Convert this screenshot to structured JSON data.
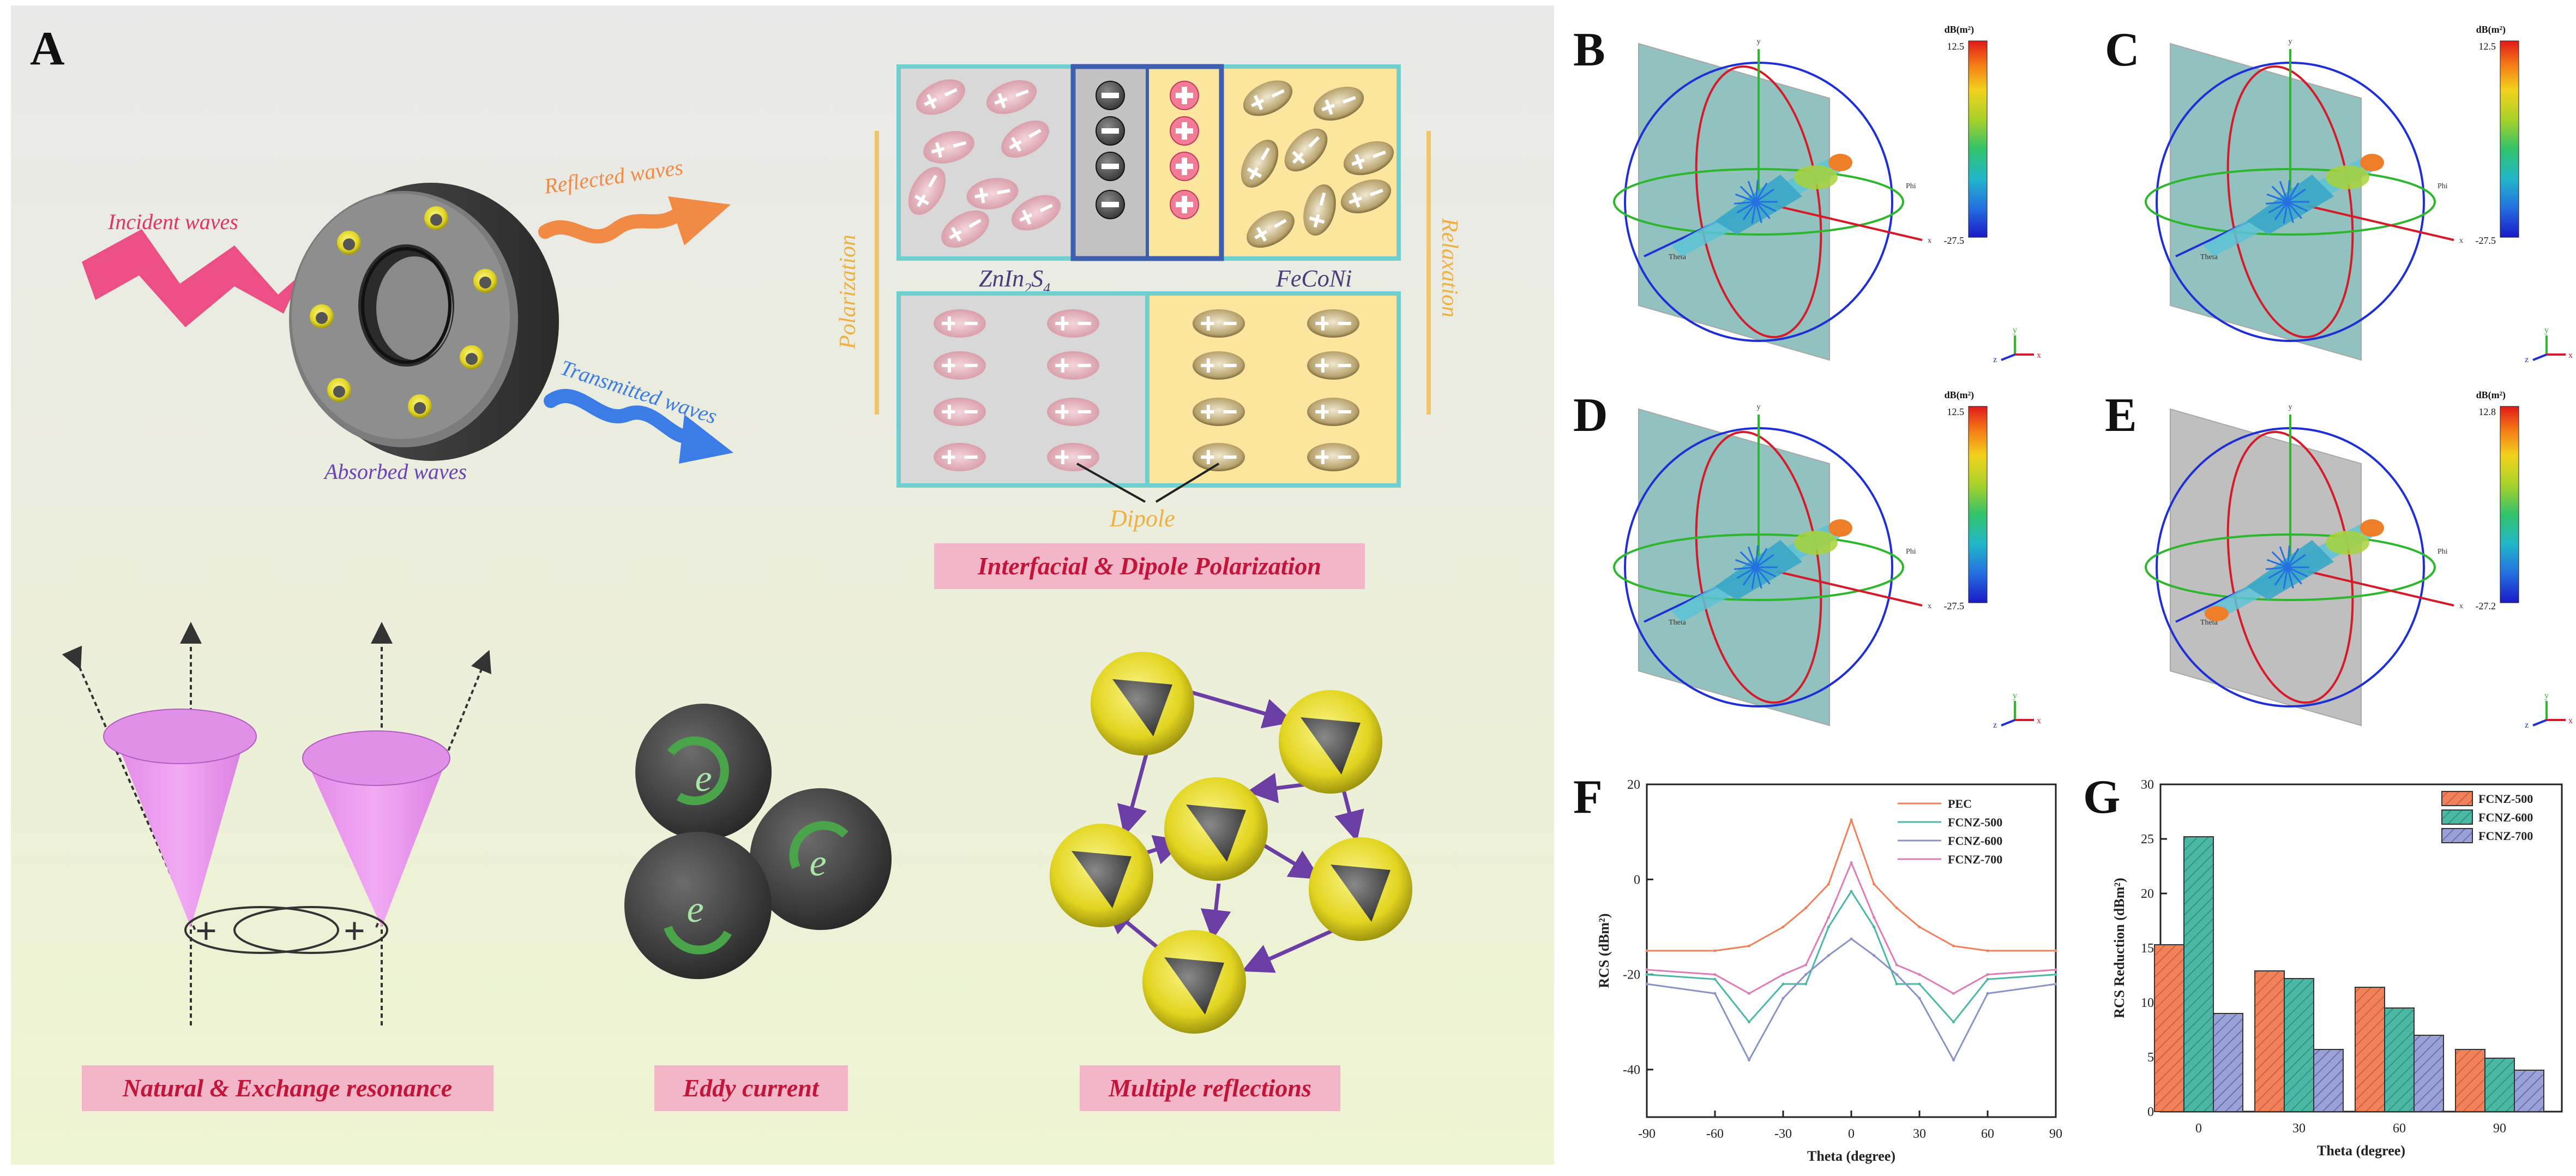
{
  "panel_labels": {
    "A": "A",
    "B": "B",
    "C": "C",
    "D": "D",
    "E": "E",
    "F": "F",
    "G": "G"
  },
  "panelA": {
    "incident": "Incident waves",
    "reflected": "Reflected waves",
    "transmitted": "Transmitted waves",
    "absorbed": "Absorbed waves",
    "polarization": "Polarization",
    "relaxation": "Relaxation",
    "znins_main": "ZnIn",
    "znins_sub1": "2",
    "znins_s": "S",
    "znins_sub2": "4",
    "fecони": "FeCoNi",
    "dipole": "Dipole",
    "box_interfacial": "Interfacial & Dipole Polarization",
    "box_natural": "Natural & Exchange resonance",
    "box_eddy": "Eddy current",
    "box_multiple": "Multiple reflections",
    "electron": "e",
    "plus_sign": "+"
  },
  "rcs_3d": [
    {
      "id": "B",
      "unit": "dB(m²)",
      "max": "12.5",
      "min": "-27.5",
      "phi": "Phi",
      "theta": "Theta",
      "axis_x": "x",
      "axis_y": "y",
      "axis_z": "z",
      "plane": "#7fb8b4"
    },
    {
      "id": "C",
      "unit": "dB(m²)",
      "max": "12.5",
      "min": "-27.5",
      "phi": "Phi",
      "theta": "Theta",
      "axis_x": "x",
      "axis_y": "y",
      "axis_z": "z",
      "plane": "#7fb8b4"
    },
    {
      "id": "D",
      "unit": "dB(m²)",
      "max": "12.5",
      "min": "-27.5",
      "phi": "Phi",
      "theta": "Theta",
      "axis_x": "x",
      "axis_y": "y",
      "axis_z": "z",
      "plane": "#7fb8b4"
    },
    {
      "id": "E",
      "unit": "dB(m²)",
      "max": "12.8",
      "min": "-27.2",
      "phi": "Phi",
      "theta": "Theta",
      "axis_x": "x",
      "axis_y": "y",
      "axis_z": "z",
      "plane": "#b5b5b5"
    }
  ],
  "chart_data": [
    {
      "type": "line",
      "panel": "F",
      "xlabel": "Theta (degree)",
      "ylabel": "RCS (dBm²)",
      "xlim": [
        -90,
        90
      ],
      "ylim": [
        -50,
        20
      ],
      "xticks": [
        -90,
        -60,
        -30,
        0,
        30,
        60,
        90
      ],
      "yticks": [
        20,
        0,
        -20,
        -40
      ],
      "legend_position": "top-right",
      "x": [
        -90,
        -60,
        -45,
        -30,
        -20,
        -10,
        0,
        10,
        20,
        30,
        45,
        60,
        90
      ],
      "series": [
        {
          "name": "PEC",
          "color": "#f0815a",
          "values": [
            -15,
            -15,
            -14,
            -10,
            -6,
            -1,
            12.5,
            -1,
            -6,
            -10,
            -14,
            -15,
            -15
          ]
        },
        {
          "name": "FCNZ-500",
          "color": "#4bb7a5",
          "values": [
            -20,
            -21,
            -30,
            -22,
            -22,
            -10,
            -2.5,
            -10,
            -22,
            -22,
            -30,
            -21,
            -20
          ]
        },
        {
          "name": "FCNZ-600",
          "color": "#8a93c9",
          "values": [
            -22,
            -24,
            -38,
            -25,
            -20,
            -16,
            -12.5,
            -16,
            -20,
            -25,
            -38,
            -24,
            -22
          ]
        },
        {
          "name": "FCNZ-700",
          "color": "#e07bb8",
          "values": [
            -19,
            -20,
            -24,
            -20,
            -18,
            -8,
            3.5,
            -8,
            -18,
            -20,
            -24,
            -20,
            -19
          ]
        }
      ]
    },
    {
      "type": "bar",
      "panel": "G",
      "xlabel": "Theta (degree)",
      "ylabel": "RCS Reduction (dBm²)",
      "ylim": [
        0,
        30
      ],
      "yticks": [
        0,
        5,
        10,
        15,
        20,
        25,
        30
      ],
      "categories": [
        "0",
        "30",
        "60",
        "90"
      ],
      "legend_position": "top-right",
      "series": [
        {
          "name": "FCNZ-500",
          "color": "#f0815a",
          "values": [
            15.3,
            12.9,
            11.4,
            5.7
          ]
        },
        {
          "name": "FCNZ-600",
          "color": "#4bb7a5",
          "values": [
            25.2,
            12.2,
            9.5,
            4.9
          ]
        },
        {
          "name": "FCNZ-700",
          "color": "#7e86c6",
          "values": [
            9.0,
            5.7,
            7.0,
            3.8
          ]
        }
      ]
    }
  ]
}
